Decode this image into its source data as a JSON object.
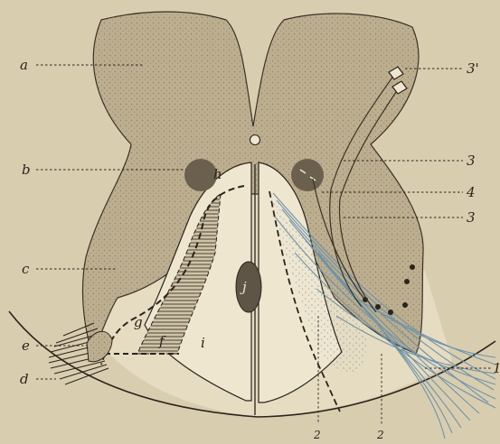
{
  "figure": {
    "labels": {
      "a": "a",
      "b": "b",
      "c": "c",
      "d": "d",
      "e": "e",
      "f": "f",
      "g": "g",
      "h": "h",
      "i": "i",
      "j": "j",
      "n3prime": "3'",
      "n3_upper": "3",
      "n4": "4",
      "n3_lower": "3",
      "n1": "1",
      "n2_left": "2",
      "n2_right": "2"
    },
    "colors": {
      "paper": "#d9cdb0",
      "grey_matter": "#b9ab8c",
      "white_matter": "#ece3cc",
      "ink": "#2a241b",
      "nerve_fibers": "#6f93a8",
      "dark_nucleus": "#5f5546"
    }
  }
}
